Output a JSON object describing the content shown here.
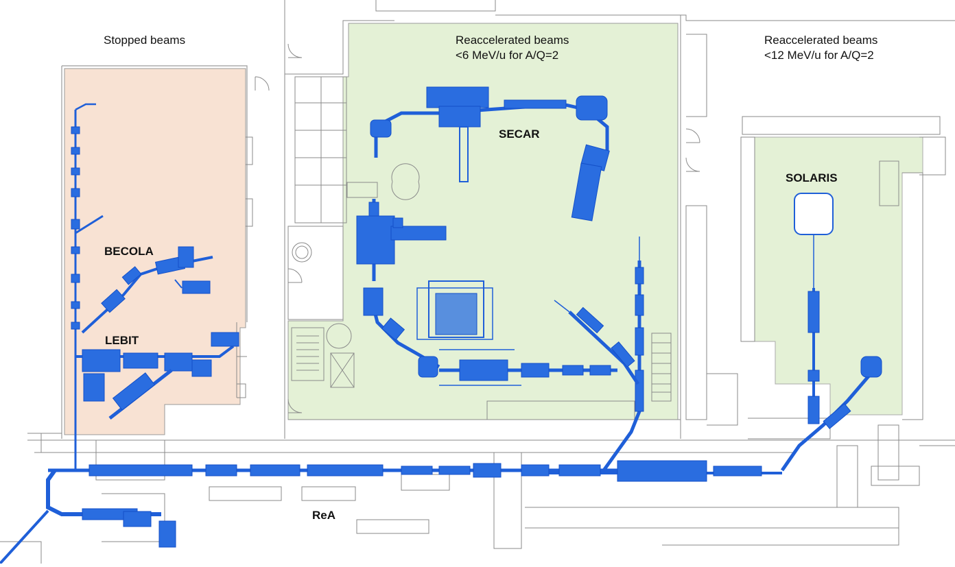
{
  "areas": {
    "stopped": {
      "heading": "Stopped beams"
    },
    "rea6": {
      "heading_line1": "Reaccelerated beams",
      "heading_line2": "<6 MeV/u for A/Q=2"
    },
    "rea12": {
      "heading_line1": "Reaccelerated beams",
      "heading_line2": "<12 MeV/u for A/Q=2"
    }
  },
  "devices": {
    "becola": "BECOLA",
    "lebit": "LEBIT",
    "secar": "SECAR",
    "solaris": "SOLARIS",
    "rea": "ReA"
  },
  "colors": {
    "stopped_area_fill": "#f8e2d3",
    "rea6_area_fill": "#e4f1d6",
    "rea12_area_fill": "#e4f1d6",
    "beamline": "#1f5fd8",
    "walls": "#8a8a8a"
  }
}
